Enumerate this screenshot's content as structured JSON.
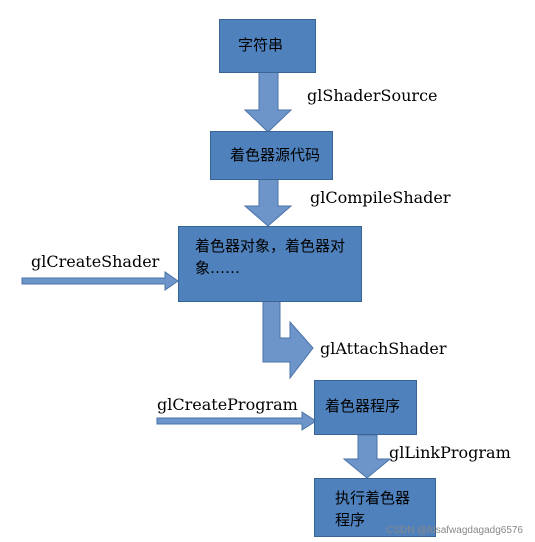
{
  "nodes": {
    "string": "字符串",
    "shader_source_code": "着色器源代码",
    "shader_object_line1": "着色器对象，着色器对",
    "shader_object_line2": "象……",
    "shader_program": "着色器程序",
    "execute_line1": "执行着色器",
    "execute_line2": "程序"
  },
  "edges": {
    "shader_source": "glShaderSource",
    "compile_shader": "glCompileShader",
    "create_shader": "glCreateShader",
    "attach_shader": "glAttachShader",
    "create_program": "glCreateProgram",
    "link_program": "glLinkProgram"
  },
  "watermark": "CSDN @fdsafwagdagadg6576",
  "colors": {
    "box": "#4f81bd",
    "arrow": "#6d95c9",
    "arrow_stroke": "#4a73a8"
  }
}
